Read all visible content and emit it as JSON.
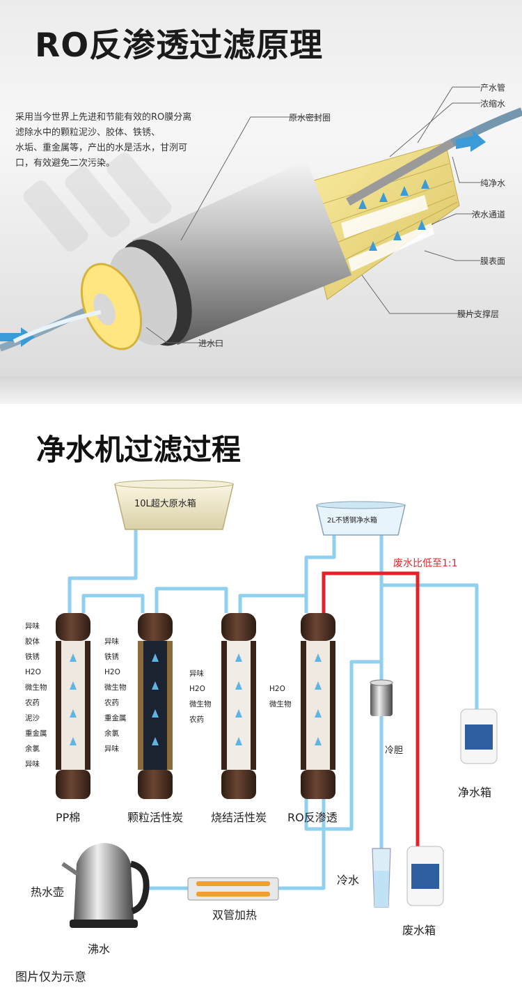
{
  "principle": {
    "title": "RO反渗透过滤原理",
    "description_lines": [
      "采用当今世界上先进和节能有效的RO膜分离",
      "滤除水中的颗粒泥沙、胶体、铁锈、",
      "水垢、重金属等，产出的水是活水，甘洌可",
      "口，有效避免二次污染。"
    ],
    "labels": {
      "product_pipe": "产水管",
      "concentrate": "浓缩水",
      "raw_seal": "原水密封圈",
      "pure_water": "纯净水",
      "concentrate_channel": "浓水通道",
      "membrane_surface": "膜表面",
      "membrane_support": "膜片支撑层",
      "inlet": "进水口"
    }
  },
  "process": {
    "title": "净水机过滤过程",
    "raw_tank": "10L超大原水箱",
    "pure_tank": "2L不锈钢净水箱",
    "ratio": "废水比低至1:1",
    "filters": [
      {
        "name": "PP棉",
        "removes": [
          "异味",
          "胶体",
          "铁锈",
          "H2O",
          "微生物",
          "农药",
          "泥沙",
          "重金属",
          "余氯",
          "异味"
        ]
      },
      {
        "name": "颗粒活性炭",
        "removes": [
          "异味",
          "铁锈",
          "H2O",
          "微生物",
          "农药",
          "重金属",
          "余氯",
          "异味"
        ]
      },
      {
        "name": "烧结活性炭",
        "removes": [
          "异味",
          "H2O",
          "微生物",
          "农药"
        ]
      },
      {
        "name": "RO反渗透",
        "removes": [
          "H2O",
          "微生物"
        ]
      }
    ],
    "cold_tank": "冷胆",
    "pure_box": "净水箱",
    "cold_water": "冷水",
    "waste_box": "废水箱",
    "kettle": "热水壶",
    "boil": "沸水",
    "heater": "双管加热",
    "footnote": "图片仅为示意"
  },
  "colors": {
    "pipe": "#8fd0ef",
    "waste_pipe": "#e2232a",
    "filter_body": "#4a2f22",
    "membrane": "#f0df8a"
  }
}
